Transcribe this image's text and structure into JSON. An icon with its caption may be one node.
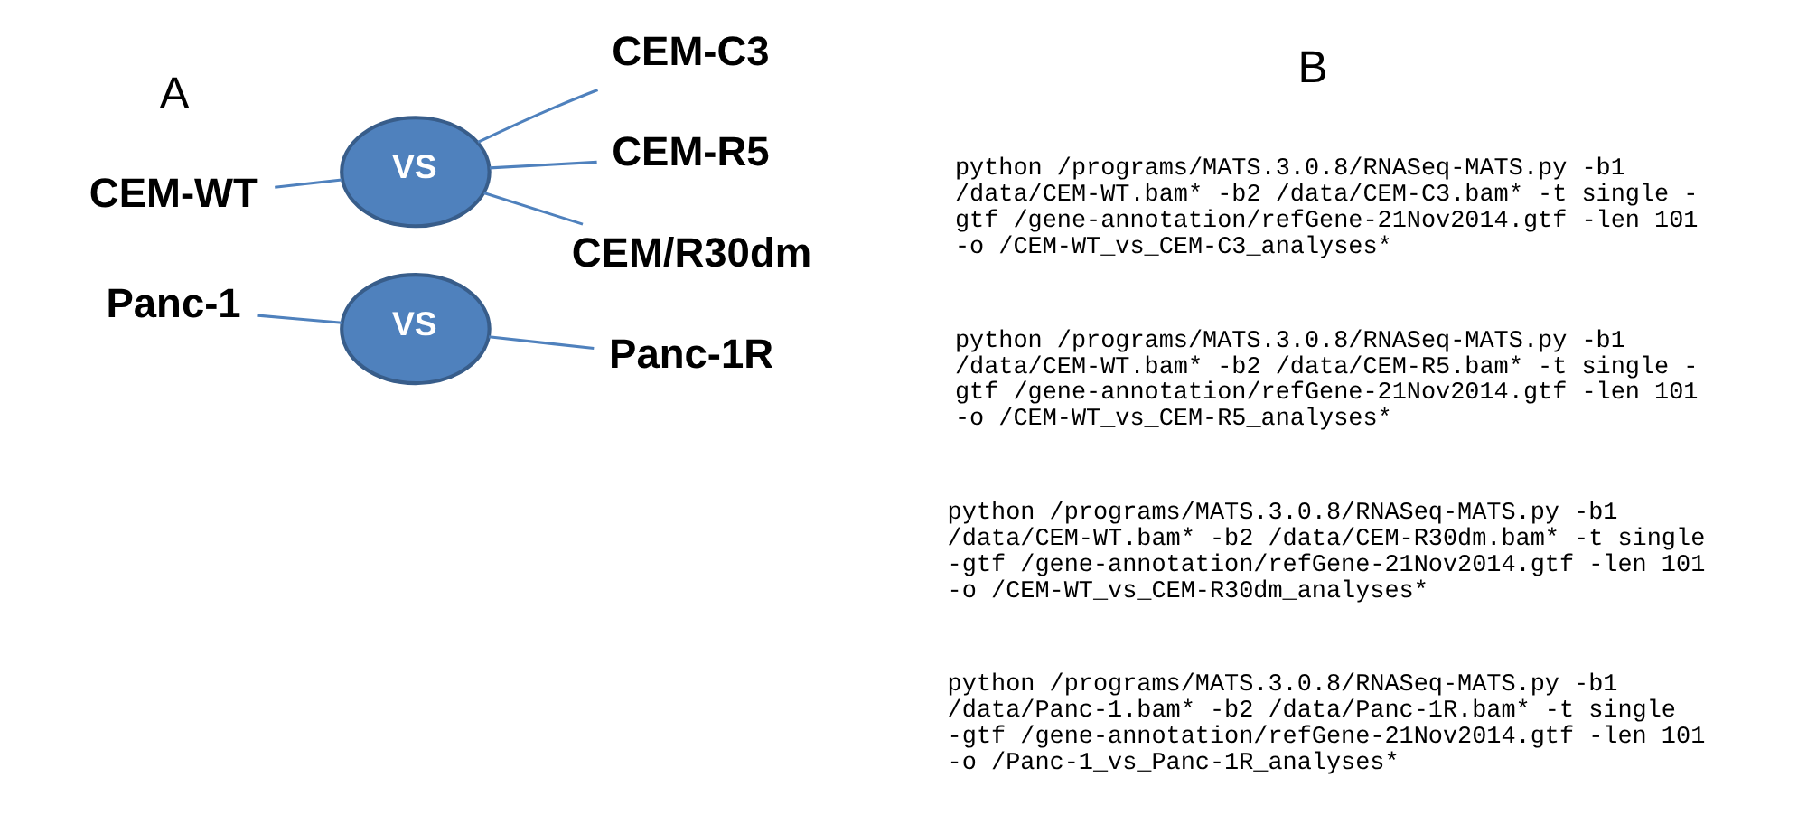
{
  "diagram": {
    "nodes": [
      {
        "text": [
          "CEM-WT"
        ]
      },
      {
        "text": [
          "VS"
        ]
      },
      {
        "text": [
          "CEM-C3"
        ]
      },
      {
        "text": [
          "CEM-R5"
        ]
      },
      {
        "text": [
          "CEM/R30dm"
        ]
      },
      {
        "text": [
          "Panc-1"
        ]
      },
      {
        "text": [
          "VS"
        ]
      },
      {
        "text": [
          "Panc-1R"
        ]
      }
    ],
    "edges": [
      {
        "from": 0,
        "to": 1,
        "arrow": "none"
      },
      {
        "from": 1,
        "to": 2,
        "arrow": "none"
      },
      {
        "from": 1,
        "to": 3,
        "arrow": "none"
      },
      {
        "from": 1,
        "to": 4,
        "arrow": "none"
      },
      {
        "from": 5,
        "to": 6,
        "arrow": "none"
      },
      {
        "from": 6,
        "to": 7,
        "arrow": "none"
      }
    ],
    "labels": [
      "A",
      "B",
      "python /programs/MATS.3.0.8/RNASeq-MATS.py -b1 /data/CEM-WT.bam* -b2 /data/CEM-C3.bam* -t single - gtf /gene-annotation/refGene-21Nov2014.gtf -len 101 -o /CEM-WT_vs_CEM-C3_analyses*",
      "python /programs/MATS.3.0.8/RNASeq-MATS.py -b1 /data/CEM-WT.bam* -b2 /data/CEM-R5.bam* -t single - gtf /gene-annotation/refGene-21Nov2014.gtf -len 101 -o /CEM-WT_vs_CEM-R5_analyses*",
      "python /programs/MATS.3.0.8/RNASeq-MATS.py -b1 /data/CEM-WT.bam* -b2 /data/CEM-R30dm.bam* -t single -gtf /gene-annotation/refGene-21Nov2014.gtf -len 101 -o /CEM-WT_vs_CEM-R30dm_analyses*",
      "python /programs/MATS.3.0.8/RNASeq-MATS.py -b1 /data/Panc-1.bam* -b2 /data/Panc-1R.bam* -t single -gtf /gene-annotation/refGene-21Nov2014.gtf -len 101 -o /Panc-1_vs_Panc-1R_analyses*"
    ]
  }
}
